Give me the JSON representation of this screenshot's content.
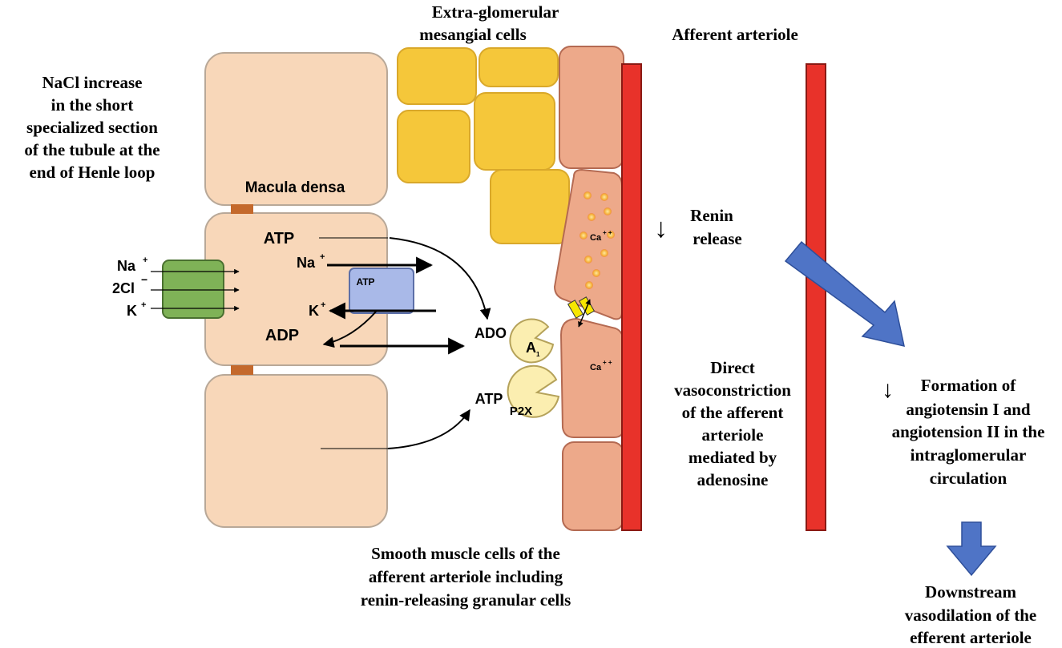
{
  "labels": {
    "mesangial_line1": "Extra-glomerular",
    "mesangial_line2": "mesangial cells",
    "afferent_arteriole": "Afferent arteriole",
    "nacl_line1": "NaCl increase",
    "nacl_line2": "in the short",
    "nacl_line3": "specialized section",
    "nacl_line4": "of the tubule at the",
    "nacl_line5": "end of Henle loop",
    "macula_densa": "Macula densa",
    "atp_top": "ATP",
    "adp": "ADP",
    "na_plus": "Na",
    "k_plus": "K",
    "na_left": "Na",
    "cl_left": "2Cl",
    "k_left": "K",
    "atpase": "ATP",
    "ado": "ADO",
    "a1": "A",
    "a1_sub": "1",
    "atp_lower": "ATP",
    "p2x": "P2X",
    "ca_upper": "Ca",
    "ca_lower": "Ca",
    "plus": "+",
    "plusplus": "+ +",
    "minus": "−",
    "renin_arrow": "↓",
    "renin_line1": "Renin",
    "renin_line2": "release",
    "vaso_line1": "Direct",
    "vaso_line2": "vasoconstriction",
    "vaso_line3": "of the afferent",
    "vaso_line4": "arteriole",
    "vaso_line5": "mediated by",
    "vaso_line6": "adenosine",
    "form_arrow": "↓",
    "form_line1": "Formation of",
    "form_line2": "angiotensin I and",
    "form_line3": "angiotension II in the",
    "form_line4": "intraglomerular",
    "form_line5": "circulation",
    "smooth_line1": "Smooth muscle cells of the",
    "smooth_line2": "afferent arteriole including",
    "smooth_line3": "renin-releasing granular cells",
    "down_line1": "Downstream",
    "down_line2": "vasodilation of the",
    "down_line3": "efferent arteriole"
  },
  "colors": {
    "tubule_cell": "#f8d7b9",
    "tubule_border": "#b8a898",
    "junction": "#c4692c",
    "cotransporter": "#7fb257",
    "atpase": "#a9b9e8",
    "mesangial": "#f5c73a",
    "smooth_muscle": "#eda98a",
    "arteriole": "#e8322a",
    "receptor": "#fbeeb0",
    "big_arrow": "#4f74c6"
  }
}
